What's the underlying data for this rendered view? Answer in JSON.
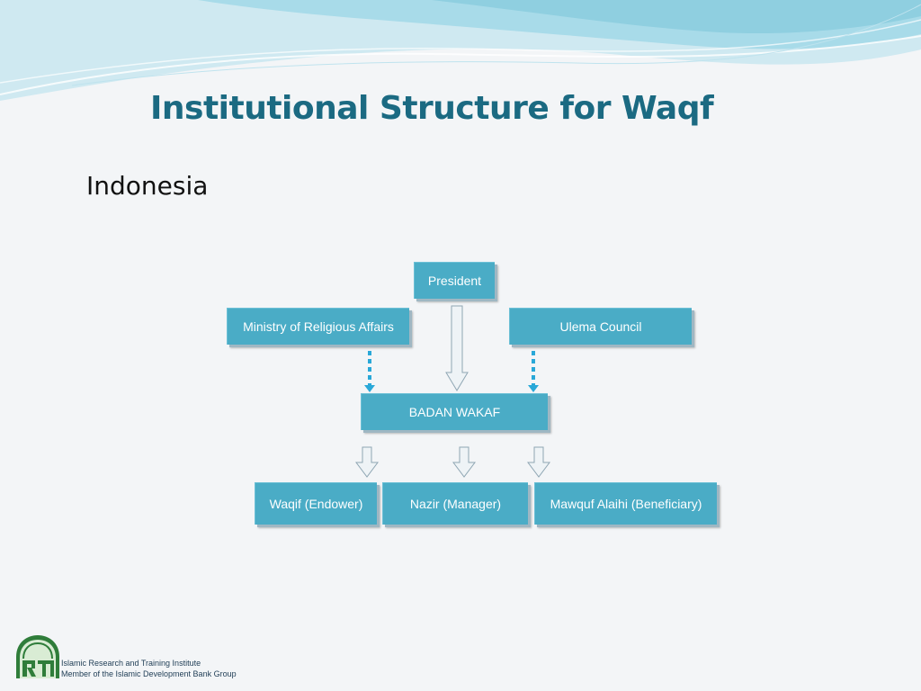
{
  "slide": {
    "title": "Institutional Structure for Waqf",
    "subtitle": "Indonesia"
  },
  "diagram": {
    "nodes": {
      "president": "President",
      "ministry": "Ministry of Religious Affairs",
      "ulema": "Ulema Council",
      "badan": "BADAN WAKAF",
      "waqif": "Waqif (Endower)",
      "nazir": "Nazir (Manager)",
      "mawquf": "Mawquf Alaihi (Beneficiary)"
    },
    "edges": [
      {
        "from": "ministry",
        "to": "badan",
        "style": "dashed"
      },
      {
        "from": "president",
        "to": "badan",
        "style": "outlined-arrow"
      },
      {
        "from": "ulema",
        "to": "badan",
        "style": "dashed"
      },
      {
        "from": "badan",
        "to": "waqif",
        "style": "chevron-arrow"
      },
      {
        "from": "badan",
        "to": "nazir",
        "style": "chevron-arrow"
      },
      {
        "from": "badan",
        "to": "mawquf",
        "style": "chevron-arrow"
      }
    ]
  },
  "footer": {
    "line1": "Islamic Research and Training Institute",
    "line2": "Member of the Islamic Development Bank Group"
  },
  "colors": {
    "title": "#1b6a82",
    "box": "#4aacc6",
    "wave": "#8fcfe0"
  }
}
